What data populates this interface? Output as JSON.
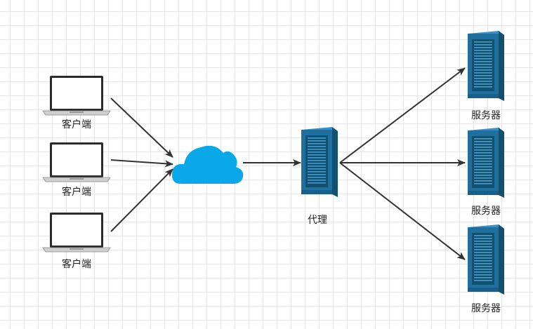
{
  "clients": [
    {
      "label": "客户端"
    },
    {
      "label": "客户端"
    },
    {
      "label": "客户端"
    }
  ],
  "proxy": {
    "label": "代理"
  },
  "servers": [
    {
      "label": "服务器"
    },
    {
      "label": "服务器"
    },
    {
      "label": "服务器"
    }
  ],
  "colors": {
    "server_blue": "#1f6f9f",
    "server_dark": "#12506f",
    "cloud": "#0aa8e8",
    "arrow": "#333333"
  }
}
